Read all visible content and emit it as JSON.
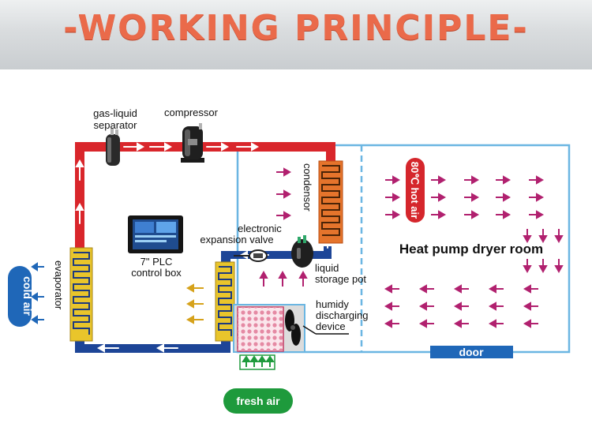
{
  "title": "-WORKING PRINCIPLE-",
  "labels": {
    "gas_liquid_separator_1": "gas-liquid",
    "gas_liquid_separator_2": "separator",
    "compressor": "compressor",
    "condensor": "condensor",
    "evaporator": "evaporator",
    "plc_1": "7\"  PLC",
    "plc_2": "control box",
    "expansion_valve_1": "electronic",
    "expansion_valve_2": "expansion valve",
    "liquid_pot_1": "liquid",
    "liquid_pot_2": "storage pot",
    "humidy_1": "humidy",
    "humidy_2": "discharging",
    "humidy_3": "device",
    "dryer_room": "Heat pump dryer room",
    "door": "door",
    "cold_air": "cold air",
    "fresh_air": "fresh air",
    "hot_air": "80℃ hot air"
  },
  "colors": {
    "hot_pipe": "#d9262b",
    "cold_pipe": "#1d4597",
    "room_border": "#6bb6e2",
    "condensor_coil": "#e5742c",
    "evaporator_coil": "#e9c52b",
    "arrow_magenta": "#b1216f",
    "arrow_yellow": "#d6a21b",
    "pill_blue": "#1f67b8",
    "pill_green": "#1e9a3c",
    "pill_red": "#d5262c",
    "title": "#ea6a4a"
  },
  "icons": {
    "compressor": "compressor-icon",
    "separator": "gas-liquid-separator-icon",
    "valve": "expansion-valve-icon",
    "pot": "liquid-storage-pot-icon",
    "plc": "plc-control-box-icon",
    "fan": "fan-icon",
    "filter": "fresh-air-filter-icon"
  }
}
